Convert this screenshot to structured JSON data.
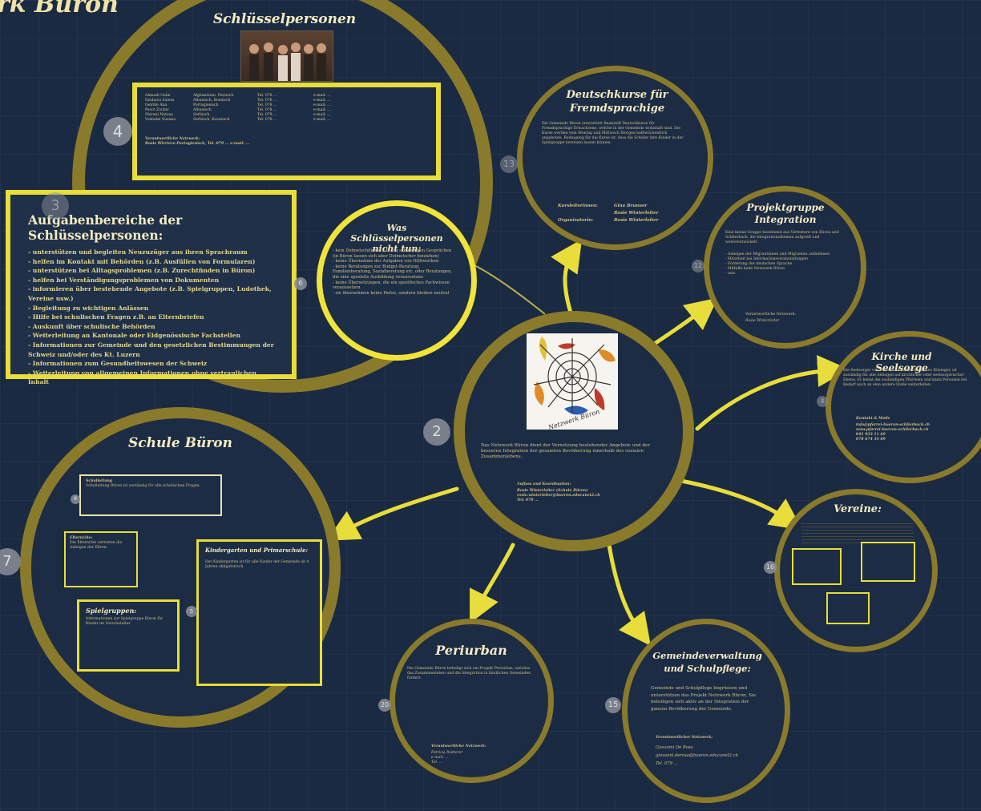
{
  "header": {
    "title_fragment": "rk Büron"
  },
  "colors": {
    "background": "#1a2a42",
    "ring": "#8a7a2c",
    "accent_yellow": "#e8dd3a",
    "text": "#e9d98a"
  },
  "frames": {
    "schluesselpersonen": {
      "title": "Schlüsselpersonen",
      "photo_icon": "group-photo",
      "contacts": [
        [
          "Ahmadi Gulie",
          "Afghanistan, Persisch",
          "Tel. 076 ...",
          "e-mail: ..."
        ],
        [
          "Dzubava Saleta",
          "Albanisch, Bosnisch",
          "Tel. 076 ...",
          "e-mail: ..."
        ],
        [
          "Gentile Ana",
          "Portugiesisch",
          "Tel. 078 ...",
          "e-mail: ..."
        ],
        [
          "Pesot Zoubir",
          "Albanisch",
          "Tel. 078 ...",
          "e-mail: ..."
        ],
        [
          "Shirani Natasa",
          "Serbisch",
          "Tel. 079 ...",
          "e-mail: ..."
        ],
        [
          "Vosheim Suzana",
          "Serbisch, Kroatisch",
          "Tel. 076 ...",
          "e-mail: ..."
        ]
      ],
      "footer_label": "Verantwortliche Netzwerk:",
      "footer_value": "Rosie Wirriere-Portugiesisch, Tel. 079 ... e-mail: ..."
    },
    "aufgaben": {
      "title": "Aufgabenbereiche der Schlüsselpersonen:",
      "items": [
        "- unterstützen und begleiten Neuzuzüger aus ihren Sprachraum",
        "- helfen im Kontakt mit Behörden (z.B. Ausfüllen von Formularen)",
        "- unterstützen bei Alltagsproblemen (z.B. Zurechtfinden in Büron)",
        "- helfen bei Verständigungsproblemen von Dokumenten",
        "- informieren über bestehende Angebote (z.B. Spielgruppen, Ludothek, Vereine usw.)",
        "- Begleitung zu wichtigen Anlässen",
        "- Hilfe bei schulischen Fragen z.B. an Elternbriefen",
        "- Auskunft über schulische Behörden",
        "- Weiterleitung an Kantonale oder Eidgenössische Fachstellen",
        "- Informationen zur Gemeinde und den gesetzlichen Bestimmungen der Schweiz und/oder des Kt. Luzern",
        "- Informationen zum Gesundheitswesen der Schweiz",
        "- Weiterleitung von allgemeinen Informationen ohne vertraulichen Inhalt"
      ]
    },
    "nicht_tun": {
      "title": "Was Schlüsselpersonen nicht tun:",
      "items": [
        "- kein Dolmetschdienst z.B. bei schwierigen Gesprächen (in Büron lassen sich aber Dolmetscher beiziehen)",
        "- keine Übernahme der Aufgaben von Hilfswerken",
        "- keine Beratungen zur Budget-Beratung, Familienberatung, Sozialberatung etc. oder Beratungen, die eine spezielle Ausbildung voraussetzen",
        "- keine Übersetzungen, die ein spezifisches Fachwissen voraussetzen",
        "- sie übernehmen keine Partei, sondern bleiben neutral"
      ]
    },
    "deutschkurse": {
      "title": "Deutschkurse für Fremdsprachige",
      "body": "Die Gemeinde Büron unterstützt finanziell Deutschkurse für Fremdsprachige Erwachsene, welche in der Gemeinde wohnhaft sind. Die Kurse werden vom Montag und Mittwoch Morgen halbwöchentlich angeboten. Bedingung für die Kurse ist, dass die Schüler ihre Kinder in der Spielgruppe betreuen lassen können.",
      "rows": [
        [
          "Kursleiterinnen:",
          "Gina Brunner"
        ],
        [
          "",
          "Rosie Winterleiter"
        ],
        [
          "Organisatorin:",
          "Rosie Winterleiter"
        ]
      ]
    },
    "projektgruppe": {
      "title": "Projektgruppe Integration",
      "body": "Eine kleine Gruppe bestehend aus Vertretern von Büron und Schlierbach, die Integrationsthemen aufgreift und weiterentwickelt.",
      "items": [
        "- Anliegen der Migrantinnen und Migranten aufnehmen",
        "- Mitarbeit bei Informationsveranstaltungen",
        "- Förderung der deutschen Sprache",
        "- Mithilfe beim Netzwerk Büron",
        "- usw."
      ],
      "footer_label": "Verantwortliche Netzwerk:",
      "footer_value": "Rosie Winterleiter"
    },
    "kirche": {
      "title": "Kirche und Seelsorge",
      "body": "Die Seelsorger von Büron und Schlierbach, Leo Rüetsger, ist zuständig für alle Anliegen auf kirchlicher oder seelsorgerischer Ebene. Er kennt die zuständigen Pfarreien und kann Personen bei Bedarf auch an eine andere Stelle weiterleiten.",
      "contact_label": "Kontakt & Mails",
      "contact_lines": [
        "info@pfarrei-bueron-schlierbach.ch",
        "www.pfarrei-bueron-schlierbach.ch",
        "041 933 11 69",
        "078 674 34 69"
      ]
    },
    "vereine": {
      "title": "Vereine:"
    },
    "center": {
      "logo_text": "Netzwerk Büron",
      "body": "Das Netzwerk Büron dient der Vernetzung bestehender Angebote und der besseren Integration der gesamten Bevölkerung innerhalb des sozialen Zusammenlebens.",
      "footer_label": "Aufbau und Koordination:",
      "footer_lines": [
        "Rosie Winterleiter (Schule Büron)",
        "rosie.winterleiter@bueron.educanet2.ch",
        "Tel: 078 ... "
      ]
    },
    "schule": {
      "title": "Schule Büron",
      "sub_boxes": [
        {
          "title": "Schulleitung",
          "body": "Schulleitung Büron ist zuständig für alle schulischen Fragen."
        },
        {
          "title": "Elternräte:",
          "body": "Die Elternräte vertreten die Anliegen der Eltern."
        },
        {
          "title": "Spielgruppen:",
          "body": "Informationen zur Spielgruppe Büron für Kinder im Vorschulalter."
        },
        {
          "title": "Kindergarten und Primarschule:",
          "body": "Der Kindergarten ist für alle Kinder der Gemeinde ab 4 Jahren obligatorisch."
        }
      ]
    },
    "perlurban": {
      "title": "Periurban",
      "body": "Die Gemeinde Büron beteiligt sich am Projekt Periurban, welches das Zusammenleben und die Integration in ländlichen Gemeinden fördert.",
      "footer_label": "Verantwortliche Netzwerk:",
      "footer_lines": [
        "Patricia Notterer",
        "e-mail: ...",
        "Tel. ..."
      ]
    },
    "gemeinde": {
      "title": "Gemeindeverwaltung und Schulpflege:",
      "body": "Gemeinde und Schulpflege begrüssen und unterstützen das Projekt Netzwerk Büron. Sie beteiligen sich aktiv an der Integration der ganzen Bevölkerung der Gemeinde.",
      "footer_label": "Verantwortlicher Netzwerk:",
      "footer_lines": [
        "Giovanni De Rosa",
        "giovanni.derosa@bueron.educanet2.ch",
        "Tel. 079 ..."
      ]
    }
  },
  "step_numbers": [
    "4",
    "3",
    "6",
    "13",
    "12",
    "4",
    "2",
    "16",
    "15",
    "20",
    "7",
    "8",
    "5"
  ]
}
